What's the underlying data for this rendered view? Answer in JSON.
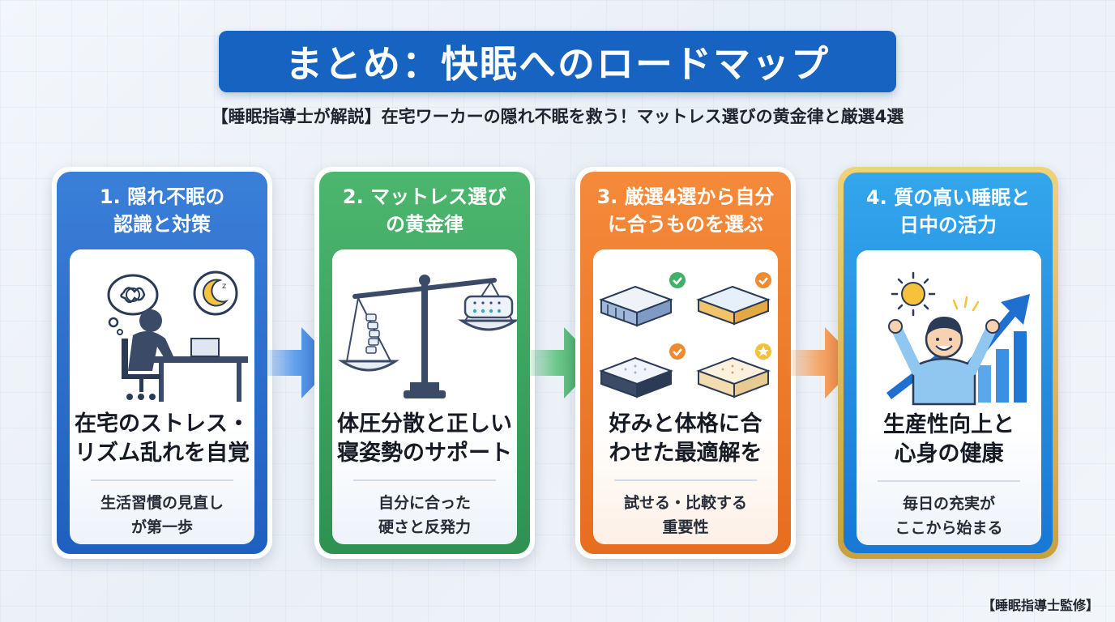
{
  "title": "まとめ：快眠へのロードマップ",
  "subtitle": "【睡眠指導士が解説】在宅ワーカーの隠れ不眠を救う！マットレス選びの黄金律と厳選4選",
  "steps": [
    {
      "heading_line1": "1. 隠れ不眠の",
      "heading_line2": "認識と対策",
      "main_line1": "在宅のストレス・",
      "main_line2": "リズム乱れを自覚",
      "sub_line1": "生活習慣の見直し",
      "sub_line2": "が第一歩",
      "icon": "stressed-worker-icon",
      "color": "#2468c8"
    },
    {
      "heading_line1": "2. マットレス選び",
      "heading_line2": "の黄金律",
      "main_line1": "体圧分散と正しい",
      "main_line2": "寝姿勢のサポート",
      "sub_line1": "自分に合った",
      "sub_line2": "硬さと反発力",
      "icon": "balance-scale-icon",
      "color": "#3aa15e"
    },
    {
      "heading_line1": "3. 厳選4選から自分",
      "heading_line2": "に合うものを選ぶ",
      "main_line1": "好みと体格に合",
      "main_line2": "わせた最適解を",
      "sub_line1": "試せる・比較する",
      "sub_line2": "重要性",
      "icon": "mattress-options-icon",
      "color": "#ee7a2a"
    },
    {
      "heading_line1": "4. 質の高い睡眠と",
      "heading_line2": "日中の活力",
      "main_line1": "生産性向上と",
      "main_line2": "心身の健康",
      "sub_line1": "毎日の充実が",
      "sub_line2": "ここから始まる",
      "icon": "happy-growth-icon",
      "color": "#1f8ae0"
    }
  ],
  "footer": "【睡眠指導士監修】"
}
